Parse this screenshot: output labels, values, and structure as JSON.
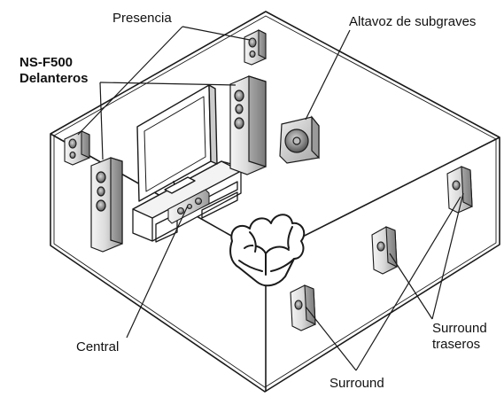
{
  "labels": {
    "presence": "Presencia",
    "front_line1": "NS-F500",
    "front_line2": "Delanteros",
    "subwoofer": "Altavoz de subgraves",
    "center": "Central",
    "surround_back_line1": "Surround",
    "surround_back_line2": "traseros",
    "surround": "Surround"
  },
  "colors": {
    "line": "#1a1a1a",
    "speaker_light": "#e9e9e9",
    "speaker_mid": "#b8b8b8",
    "speaker_dark": "#8a8a8a",
    "cone": "#6f6f6f"
  },
  "icons": {
    "speaker": "floor-speaker-icon",
    "subwoofer": "subwoofer-icon",
    "tv": "television-icon",
    "sofa": "armchair-icon"
  }
}
